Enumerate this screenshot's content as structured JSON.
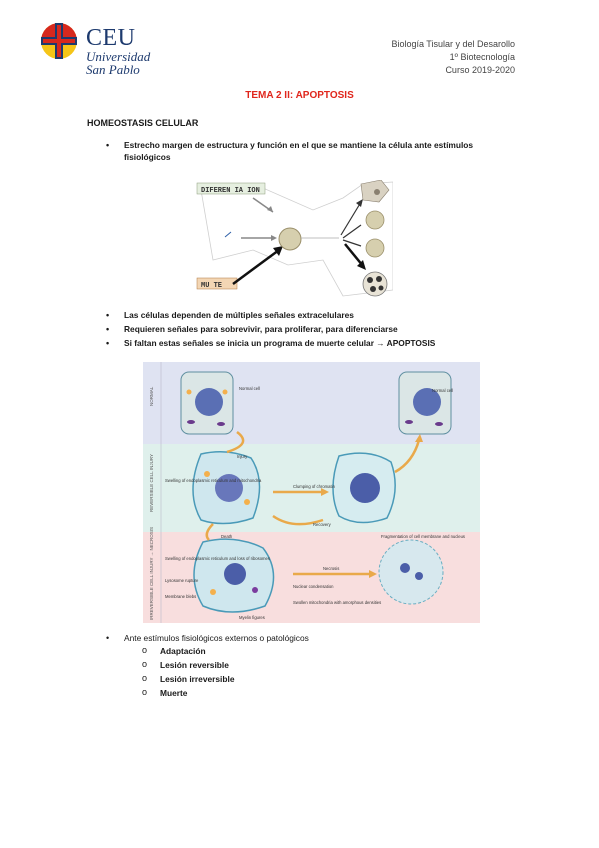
{
  "header": {
    "brand_main": "CEU",
    "brand_line1": "Universidad",
    "brand_line2": "San Pablo",
    "right_line1": "Biología Tisular y del Desarollo",
    "right_line2": "1º Biotecnología",
    "right_line3": "Curso 2019-2020"
  },
  "title": "TEMA 2 II: APOPTOSIS",
  "section_title": "HOMEOSTASIS CELULAR",
  "bullets_top": [
    "Estrecho margen de estructura y función en el que se mantiene la célula ante estímulos",
    "fisiológicos"
  ],
  "figure1": {
    "label_diff": "DIFEREN  IA  ION",
    "label_death": "MU   TE"
  },
  "bullets_mid": [
    "Las células dependen de múltiples señales extracelulares",
    "Requieren señales para sobrevivir, para proliferar, para diferenciarse",
    "Si faltan estas señales se inicia un programa de muerte celular → APOPTOSIS"
  ],
  "figure2": {
    "band_normal": "NORMAL",
    "band_reversible": "REVERSIBLE CELL INJURY",
    "band_irreversible": "IRREVERSIBLE CELL INJURY → NECROSIS",
    "normal_cell": "Normal cell",
    "injury": "Injury",
    "swelling_er": "Swelling of endoplasmic reticulum and mitochondria",
    "clumping": "Clumping of chromatin",
    "recovery": "Recovery",
    "death": "Death",
    "swelling_er2": "Swelling of endoplasmic reticulum and loss of ribosomes",
    "lysosome": "Lysosome rupture",
    "blebs": "Membrane blebs",
    "myelin": "Myelin figures",
    "fragmentation": "Fragmentation of cell membrane and nucleus",
    "necrosis": "Necrosis",
    "nuclear": "Nuclear condensation",
    "swollen_mito": "Swollen mitochondria with amorphous densities"
  },
  "bullet_bottom": "Ante estímulos fisiológicos externos o patológicos",
  "sub_items": [
    "Adaptación",
    "Lesión reversible",
    "Lesión irreversible",
    "Muerte"
  ]
}
